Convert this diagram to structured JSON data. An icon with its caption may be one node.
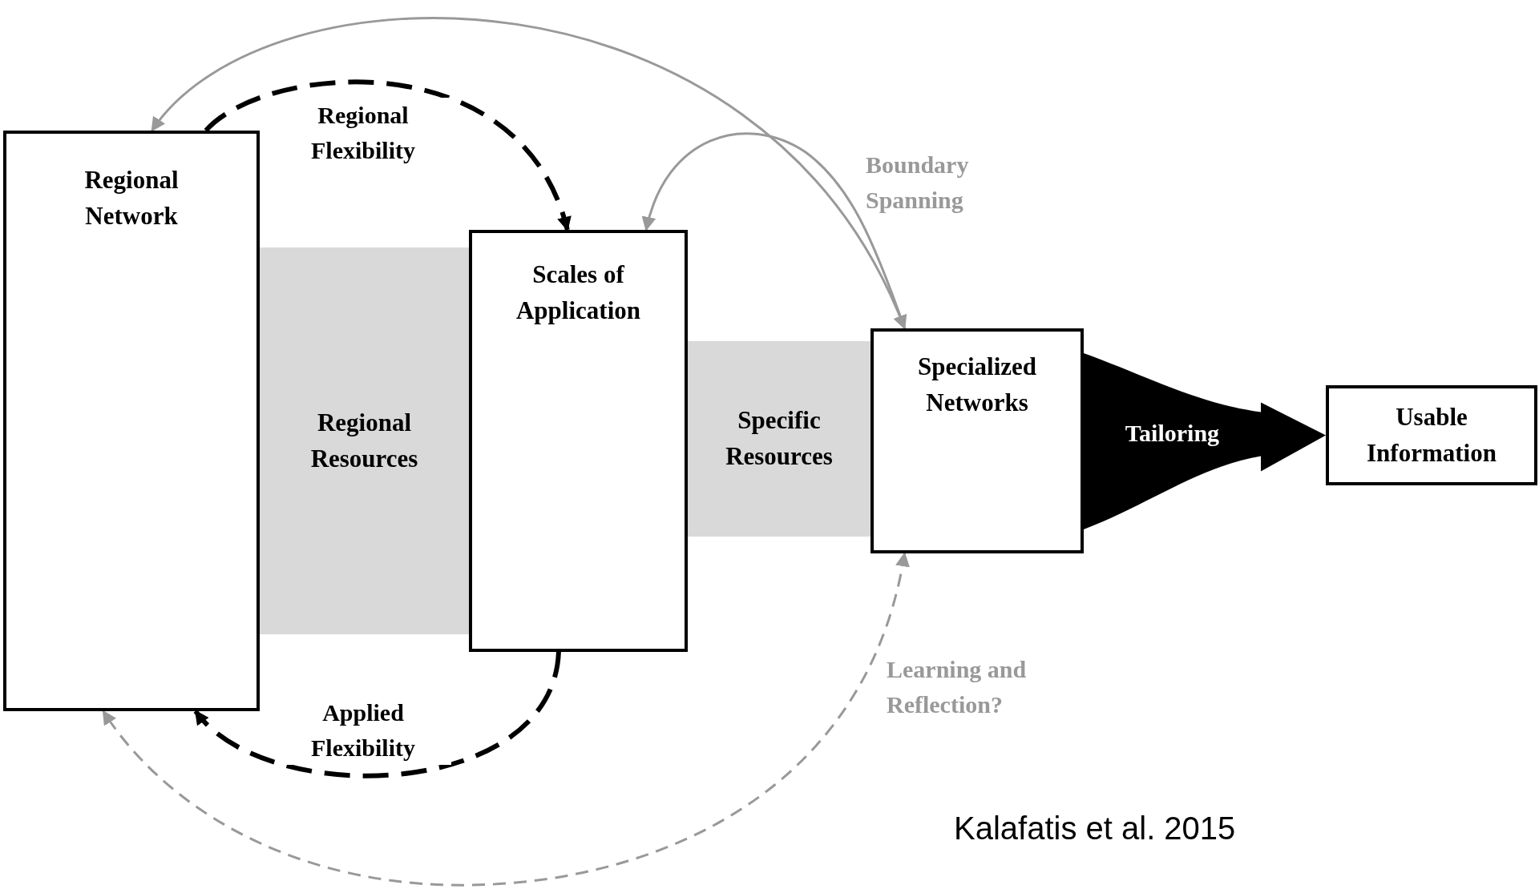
{
  "diagram": {
    "nodes": [
      {
        "text": [
          "Regional Network"
        ]
      },
      {
        "text": [
          "Regional Resources"
        ]
      },
      {
        "text": [
          "Scales of Application"
        ]
      },
      {
        "text": [
          "Specific Resources"
        ]
      },
      {
        "text": [
          "Specialized Networks"
        ]
      },
      {
        "text": [
          "Usable Information"
        ]
      }
    ],
    "edges": [
      {
        "from": 0,
        "to": 2,
        "arrow": "to",
        "label": "Regional Flexibility",
        "style": "dashed",
        "color": "#000000"
      },
      {
        "from": 2,
        "to": 0,
        "arrow": "to",
        "label": "Applied Flexibility",
        "style": "dashed",
        "color": "#000000"
      },
      {
        "from": 0,
        "to": 4,
        "arrow": "both",
        "label": "Boundary Spanning",
        "color": "#999999"
      },
      {
        "from": 4,
        "to": 2,
        "arrow": "to",
        "color": "#999999"
      },
      {
        "from": 4,
        "to": 0,
        "arrow": "both",
        "label": "Learning and Reflection?",
        "style": "dashed",
        "color": "#999999"
      },
      {
        "from": 4,
        "to": 5,
        "arrow": "to",
        "label": "Tailoring",
        "style": "thick",
        "color": "#000000"
      }
    ],
    "labels": [
      "Kalafatis et al. 2015"
    ]
  }
}
